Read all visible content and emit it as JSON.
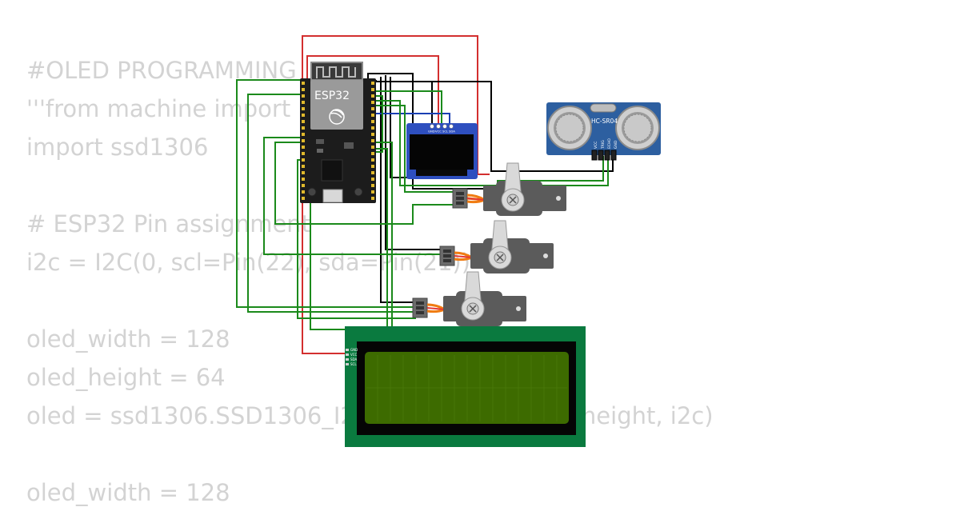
{
  "code_lines": [
    "#OLED PROGRAMMING",
    "'''from machine import I2C",
    "import ssd1306",
    "",
    "# ESP32 Pin assignment",
    "i2c = I2C(0, scl=Pin(22), sda=Pin(21))",
    "",
    "oled_width = 128",
    "oled_height = 64",
    "oled = ssd1306.SSD1306_I2C(oled_width, oled_height, i2c)",
    "",
    "oled_width = 128"
  ],
  "esp32": {
    "label": "ESP32"
  },
  "oled": {
    "pins": [
      "GND",
      "VCC",
      "SCL",
      "SDA"
    ]
  },
  "ultrasonic": {
    "label": "HC-SR04",
    "pins": [
      "VCC",
      "TRIG",
      "ECHO",
      "GND"
    ]
  },
  "lcd": {
    "pins": [
      "GND",
      "VCC",
      "SDA",
      "SCL"
    ]
  },
  "colors": {
    "power": "#d32f2f",
    "ground": "#000000",
    "signal": "#1b8a1b",
    "i2c": "#1a3fb3",
    "lcd_board": "#0a7a3f",
    "lcd_screen": "#3d6b00",
    "esp_board": "#1c1c1c",
    "ultrasonic_board": "#2d5fa0",
    "servo_body": "#5b5b5b"
  }
}
